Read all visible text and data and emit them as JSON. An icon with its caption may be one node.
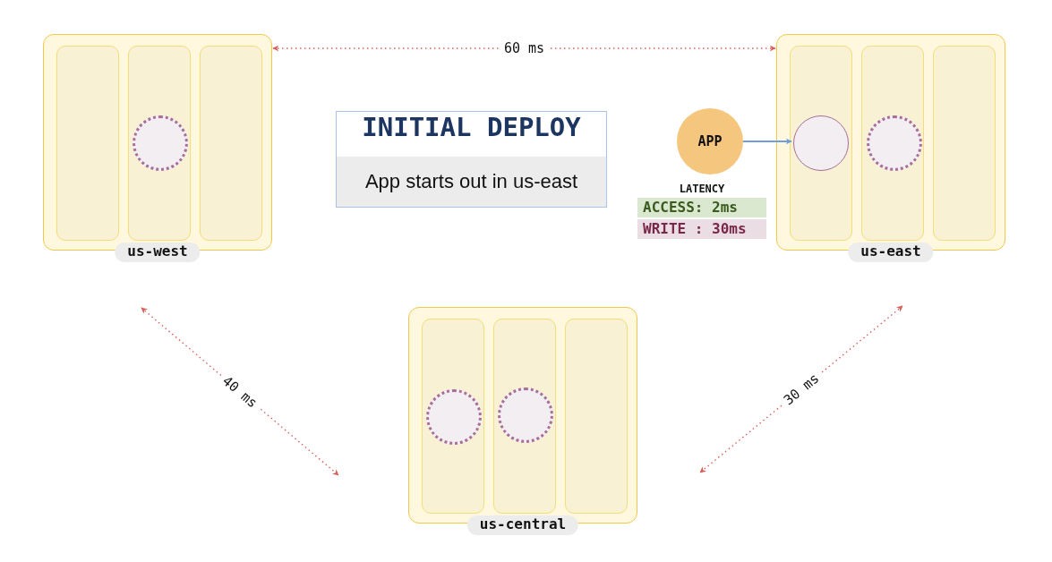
{
  "diagram": {
    "nodes": [
      {
        "text": [
          "us-west"
        ]
      },
      {
        "text": [],
        "shape": "box",
        "in": 0
      },
      {
        "text": [],
        "shape": "box",
        "in": 0
      },
      {
        "text": [],
        "shape": "box",
        "in": 0
      },
      {
        "text": [],
        "shape": "circle",
        "in": 2
      },
      {
        "text": [
          "INITIAL DEPLOY",
          "App starts out in us-east"
        ]
      },
      {
        "text": [
          "us-east"
        ]
      },
      {
        "text": [],
        "shape": "box",
        "in": 6
      },
      {
        "text": [],
        "shape": "box",
        "in": 6
      },
      {
        "text": [],
        "shape": "box",
        "in": 6
      },
      {
        "text": [],
        "shape": "circle",
        "in": 7
      },
      {
        "text": [],
        "shape": "circle",
        "in": 8
      },
      {
        "text": [
          "APP"
        ],
        "beside": [
          "LATENCY",
          "ACCESS: 2ms",
          "WRITE : 30ms"
        ]
      },
      {
        "text": [
          "us-central"
        ]
      },
      {
        "text": [],
        "shape": "box",
        "in": 13
      },
      {
        "text": [],
        "shape": "box",
        "in": 13
      },
      {
        "text": [],
        "shape": "box",
        "in": 13
      },
      {
        "text": [],
        "shape": "circle",
        "in": 14
      },
      {
        "text": [],
        "shape": "circle",
        "in": 15
      }
    ],
    "edges": [
      {
        "from": 12,
        "to": 10,
        "arrow": "to",
        "color": "#6f9fd8"
      },
      {
        "from": 0,
        "to": 6,
        "arrow": "both",
        "label": "60 ms",
        "style": "dashed"
      },
      {
        "from": 0,
        "to": 13,
        "arrow": "both",
        "label": "40 ms",
        "style": "dashed"
      },
      {
        "from": 6,
        "to": 13,
        "arrow": "both",
        "label": "30 ms",
        "style": "dashed"
      }
    ]
  }
}
